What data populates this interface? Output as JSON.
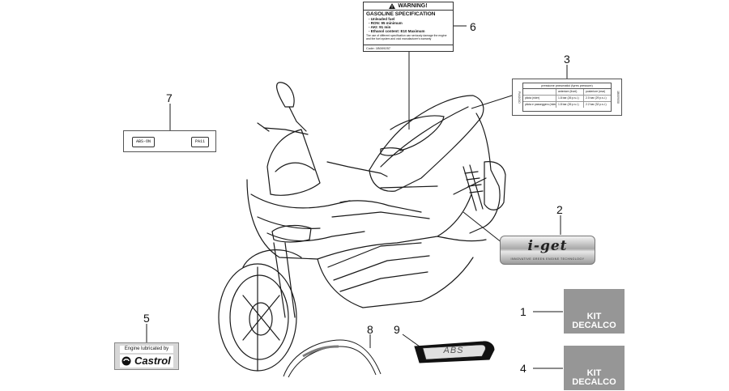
{
  "callouts": {
    "c1": "1",
    "c2": "2",
    "c3": "3",
    "c4": "4",
    "c5": "5",
    "c6": "6",
    "c7": "7",
    "c8": "8",
    "c9": "9"
  },
  "warning_label": {
    "header": "WARNING!",
    "title": "GASOLINE SPECIFICATION",
    "lines": [
      "- Unleaded fuel",
      "- RON: 95 minimum",
      "- AKI: 91 min",
      "- Ethanol content: E10 Maximum"
    ],
    "fine_print": "The use of different specification can seriously damage the engine and the fuel system and void manufacturer's warranty",
    "code": "Code: 1B009257"
  },
  "tyre_label": {
    "heading": "pressione pneumatici (tyres pressure)",
    "side_left": "PIAGGIO",
    "side_right": "1B009058",
    "columns": [
      "",
      "anteriore (front)",
      "posteriore (rear)"
    ],
    "rows": [
      [
        "pilota (rider)",
        "1.8 bar (26 p.s.i.)",
        "2.0 bar (29 p.s.i.)"
      ],
      [
        "pilota e passeggero (rider+passenger)",
        "1.8 bar (26 p.s.i.)",
        "2.2 bar (32 p.s.i.)"
      ]
    ]
  },
  "abs_on_label": {
    "left_tag": "ABS-ON",
    "right_tag": "PA11"
  },
  "kit_decalco": {
    "line1": "KIT",
    "line2": "DECALCO"
  },
  "castrol_label": {
    "top": "Engine lubricated by",
    "brand": "Castrol"
  },
  "iget_label": {
    "logo": "i-get",
    "tagline": "INNOVATIVE GREEN ENGINE TECHNOLOGY"
  },
  "abs_badge": {
    "text": "ABS"
  },
  "colors": {
    "line": "#1a1a1a",
    "kit_gray": "#969696",
    "badge_black": "#111111"
  }
}
